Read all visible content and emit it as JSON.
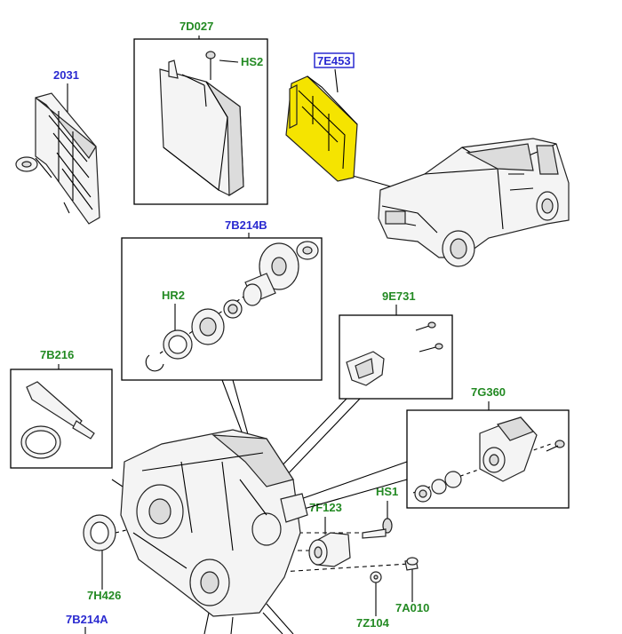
{
  "callouts": {
    "c7D027": {
      "text": "7D027",
      "color": "#238a23"
    },
    "cHS2": {
      "text": "HS2",
      "color": "#238a23"
    },
    "c7E453": {
      "text": "7E453",
      "color": "#2a2ad0",
      "highlighted": true
    },
    "c2031": {
      "text": "2031",
      "color": "#2a2ad0"
    },
    "c7B214B": {
      "text": "7B214B",
      "color": "#2a2ad0"
    },
    "cHR2": {
      "text": "HR2",
      "color": "#238a23"
    },
    "c9E731": {
      "text": "9E731",
      "color": "#238a23"
    },
    "c7B216": {
      "text": "7B216",
      "color": "#238a23"
    },
    "c7G360": {
      "text": "7G360",
      "color": "#238a23"
    },
    "cHS1": {
      "text": "HS1",
      "color": "#238a23"
    },
    "c7F123": {
      "text": "7F123",
      "color": "#238a23"
    },
    "c7H426": {
      "text": "7H426",
      "color": "#238a23"
    },
    "c7Z104": {
      "text": "7Z104",
      "color": "#238a23"
    },
    "c7A010": {
      "text": "7A010",
      "color": "#238a23"
    },
    "c7B214A": {
      "text": "7B214A",
      "color": "#2a2ad0"
    }
  },
  "highlight_color": "#f5e400"
}
